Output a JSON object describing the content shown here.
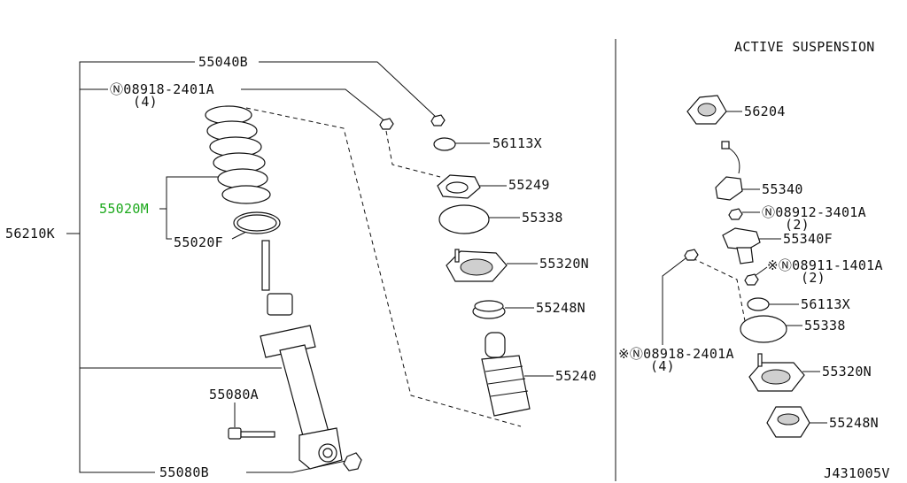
{
  "header": {
    "title": "ACTIVE SUSPENSION",
    "diagram_code": "J431005V"
  },
  "left_parts": {
    "p55040B": "55040B",
    "p08918a": "Ⓝ08918-2401A",
    "p08918a_qty": "(4)",
    "p56113X": "56113X",
    "p55249": "55249",
    "p55338": "55338",
    "p55020M": "55020M",
    "p55020F": "55020F",
    "p56210K": "56210K",
    "p55320N": "55320N",
    "p55248N": "55248N",
    "p55240": "55240",
    "p55080A": "55080A",
    "p55080B": "55080B"
  },
  "right_parts": {
    "p56204": "56204",
    "p55340": "55340",
    "p08912": "Ⓝ08912-3401A",
    "p08912_qty": "(2)",
    "p55340F": "55340F",
    "p08911": "※Ⓝ08911-1401A",
    "p08911_qty": "(2)",
    "p56113X": "56113X",
    "p55338": "55338",
    "p08918b": "※Ⓝ08918-2401A",
    "p08918b_qty": "(4)",
    "p55320N": "55320N",
    "p55248N": "55248N"
  }
}
